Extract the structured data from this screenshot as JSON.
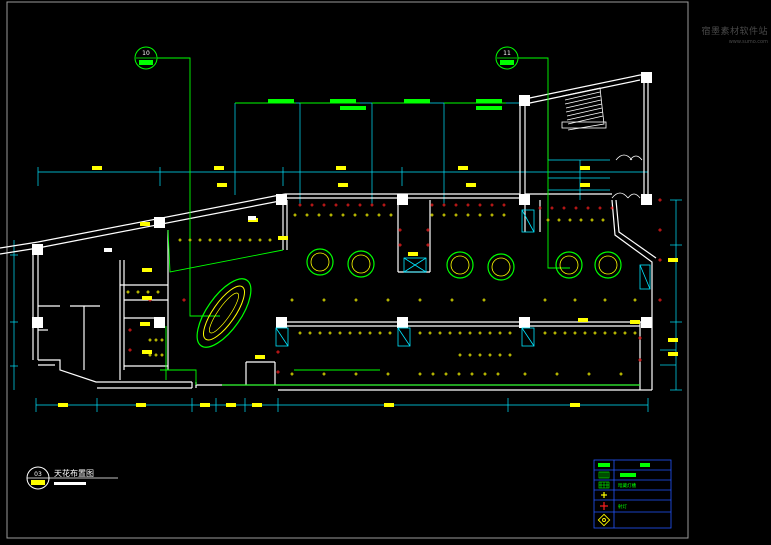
{
  "drawing": {
    "title": "天花布置图",
    "view_number": "03",
    "watermark": "宿墨素材软件站",
    "watermark_url": "www.sumo.com"
  },
  "callouts": [
    {
      "id": "10"
    },
    {
      "id": "11"
    }
  ],
  "legend": {
    "rows": [
      {
        "label": "",
        "symbol": "header"
      },
      {
        "label": "",
        "symbol": "grid-panel"
      },
      {
        "label": "暗藏灯槽",
        "symbol": "grid-panel"
      },
      {
        "label": "",
        "symbol": "spot-light"
      },
      {
        "label": "射灯",
        "symbol": "red-cross"
      },
      {
        "label": "",
        "symbol": "ceiling-fan"
      }
    ]
  },
  "colors": {
    "background": "#000000",
    "wall": "#ffffff",
    "dimension": "#00e5ff",
    "light_yellow": "#ffff00",
    "light_red": "#ff2020",
    "leader_green": "#00ff00",
    "label_green": "#00ff00"
  },
  "icons": [
    "spot-light-icon",
    "red-cross-light-icon",
    "round-chandelier-icon",
    "oval-ceiling-icon",
    "stair-icon"
  ]
}
